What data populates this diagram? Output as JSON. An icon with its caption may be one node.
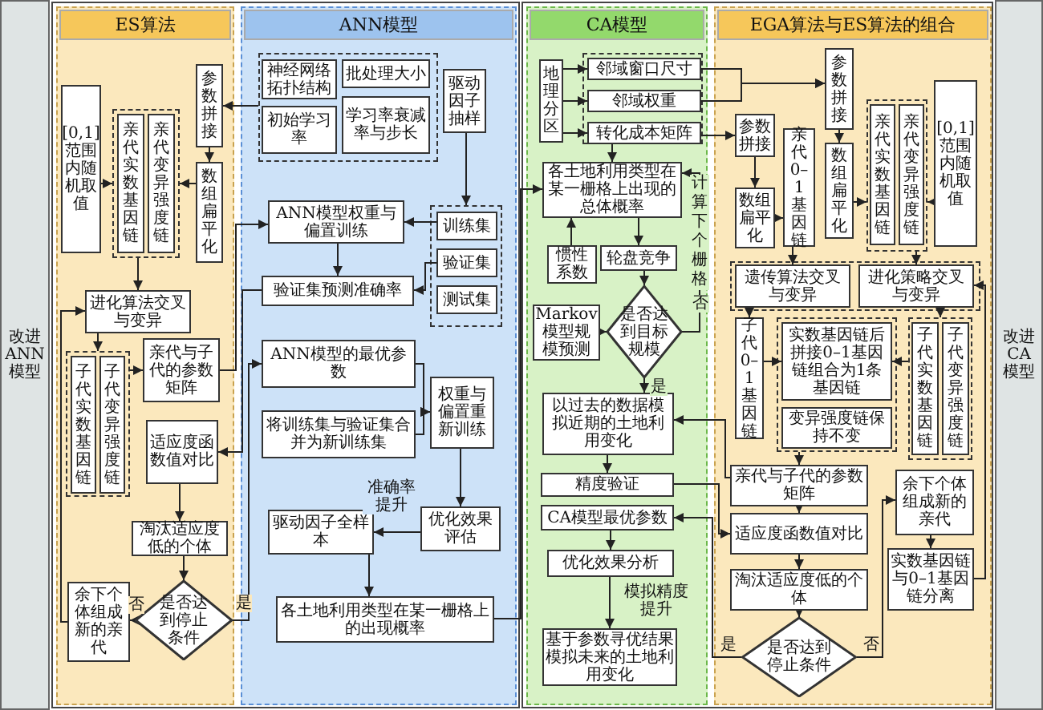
{
  "diagram": {
    "nodes": [
      {
        "text": [
          "改进ANN模型"
        ]
      },
      {
        "text": [
          "ES算法"
        ]
      },
      {
        "text": [
          "[0,1]范围内随机取值"
        ],
        "in": 1
      },
      {
        "text": [],
        "shape": "box",
        "in": 1
      },
      {
        "text": [
          "亲代实数基因链"
        ],
        "in": 3
      },
      {
        "text": [
          "亲代变异强度链"
        ],
        "in": 3
      },
      {
        "text": [
          "参数拼接"
        ],
        "in": 1
      },
      {
        "text": [
          "数组扁平化"
        ],
        "in": 1
      },
      {
        "text": [
          "进化算法交叉与变异"
        ],
        "in": 1
      },
      {
        "text": [],
        "shape": "box",
        "in": 1
      },
      {
        "text": [
          "子代实数基因链"
        ],
        "in": 9
      },
      {
        "text": [
          "子代变异强度链"
        ],
        "in": 9
      },
      {
        "text": [
          "亲代与子代的参数矩阵"
        ],
        "in": 1
      },
      {
        "text": [
          "适应度函数值对比"
        ],
        "in": 1
      },
      {
        "text": [
          "淘汰适应度低的个体"
        ],
        "in": 1
      },
      {
        "text": [
          "余下个体组成新的亲代"
        ],
        "in": 1
      },
      {
        "text": [
          "是否达到停止条件"
        ],
        "in": 1
      },
      {
        "text": [
          "ANN模型"
        ]
      },
      {
        "text": [],
        "shape": "box",
        "in": 17
      },
      {
        "text": [
          "神经网络拓扑结构"
        ],
        "in": 18
      },
      {
        "text": [
          "批处理大小"
        ],
        "in": 18
      },
      {
        "text": [
          "初始学习率"
        ],
        "in": 18
      },
      {
        "text": [
          "学习率衰减率与步长"
        ],
        "in": 18
      },
      {
        "text": [
          "驱动因子抽样"
        ],
        "in": 17
      },
      {
        "text": [
          "ANN模型权重与偏置训练"
        ],
        "in": 17
      },
      {
        "text": [],
        "shape": "box",
        "in": 17
      },
      {
        "text": [
          "训练集"
        ],
        "in": 25
      },
      {
        "text": [
          "验证集"
        ],
        "in": 25
      },
      {
        "text": [
          "测试集"
        ],
        "in": 25
      },
      {
        "text": [
          "验证集预测准确率"
        ],
        "in": 17
      },
      {
        "text": [
          "ANN模型的最优参数"
        ],
        "in": 17
      },
      {
        "text": [
          "将训练集与验证集合并为新训练集"
        ],
        "in": 17
      },
      {
        "text": [
          "权重与偏置重新训练"
        ],
        "in": 17
      },
      {
        "text": [
          "驱动因子全样本"
        ],
        "in": 17
      },
      {
        "text": [
          "优化效果评估"
        ],
        "in": 17
      },
      {
        "text": [
          "各土地利用类型在某一栅格上的出现概率"
        ],
        "in": 17
      },
      {
        "text": [
          "CA模型"
        ]
      },
      {
        "text": [
          "地理分区"
        ],
        "in": 36
      },
      {
        "text": [],
        "shape": "box",
        "in": 36
      },
      {
        "text": [
          "邻域窗口尺寸"
        ],
        "in": 38
      },
      {
        "text": [
          "邻域权重"
        ],
        "in": 38
      },
      {
        "text": [
          "转化成本矩阵"
        ],
        "in": 38
      },
      {
        "text": [
          "各土地利用类型在某一栅格上出现的总体概率"
        ],
        "in": 36
      },
      {
        "text": [
          "惯性系数"
        ],
        "in": 36
      },
      {
        "text": [
          "轮盘竞争"
        ],
        "in": 36
      },
      {
        "text": [
          "Markov模型规模预测"
        ],
        "in": 36
      },
      {
        "text": [
          "是否达到目标规模"
        ],
        "in": 36
      },
      {
        "text": [
          "以过去的数据模拟近期的土地利用变化"
        ],
        "in": 36
      },
      {
        "text": [
          "精度验证"
        ],
        "in": 36
      },
      {
        "text": [
          "CA模型最优参数"
        ],
        "in": 36
      },
      {
        "text": [
          "优化效果分析"
        ],
        "in": 36
      },
      {
        "text": [
          "基于参数寻优结果模拟未来的土地利用变化"
        ],
        "in": 36
      },
      {
        "text": [
          "EGA算法与ES算法的组合"
        ]
      },
      {
        "text": [
          "参数拼接"
        ],
        "in": 52
      },
      {
        "text": [
          "数组扁平化"
        ],
        "in": 52
      },
      {
        "text": [
          "亲代0–1基因链"
        ],
        "in": 52
      },
      {
        "text": [
          "参数拼接"
        ],
        "in": 52
      },
      {
        "text": [
          "数组扁平化"
        ],
        "in": 52
      },
      {
        "text": [],
        "shape": "box",
        "in": 52
      },
      {
        "text": [
          "亲代实数基因链"
        ],
        "in": 58
      },
      {
        "text": [
          "亲代变异强度链"
        ],
        "in": 58
      },
      {
        "text": [
          "[0,1]范围内随机取值"
        ],
        "in": 52
      },
      {
        "text": [],
        "shape": "box",
        "in": 52
      },
      {
        "text": [
          "遗传算法交叉与变异"
        ],
        "in": 62
      },
      {
        "text": [
          "进化策略交叉与变异"
        ],
        "in": 62
      },
      {
        "text": [
          "子代0–1基因链"
        ],
        "in": 52
      },
      {
        "text": [],
        "shape": "box",
        "in": 52
      },
      {
        "text": [
          "实数基因链后拼接0–1基因链组合为1条基因链"
        ],
        "in": 66
      },
      {
        "text": [
          "变异强度链保持不变"
        ],
        "in": 66
      },
      {
        "text": [],
        "shape": "box",
        "in": 52
      },
      {
        "text": [
          "子代实数基因链"
        ],
        "in": 69
      },
      {
        "text": [
          "子代变异强度链"
        ],
        "in": 69
      },
      {
        "text": [
          "亲代与子代的参数矩阵"
        ],
        "in": 52
      },
      {
        "text": [
          "适应度函数值对比"
        ],
        "in": 52
      },
      {
        "text": [
          "淘汰适应度低的个体"
        ],
        "in": 52
      },
      {
        "text": [
          "是否达到停止条件"
        ],
        "in": 52
      },
      {
        "text": [
          "余下个体组成新的亲代"
        ],
        "in": 52
      },
      {
        "text": [
          "实数基因链与0–1基因链分离"
        ],
        "in": 52
      },
      {
        "text": [
          "改进CA模型"
        ]
      }
    ],
    "edges": [
      {
        "from": 2,
        "to": 3,
        "arrow": "to"
      },
      {
        "from": 6,
        "to": 7,
        "arrow": "to"
      },
      {
        "from": 7,
        "to": 3,
        "arrow": "to"
      },
      {
        "from": 3,
        "to": 8,
        "arrow": "to"
      },
      {
        "from": 8,
        "to": 9,
        "arrow": "to"
      },
      {
        "from": 9,
        "to": 12,
        "arrow": "to"
      },
      {
        "from": 12,
        "to": 24,
        "arrow": "to"
      },
      {
        "from": 18,
        "to": 6,
        "arrow": "to"
      },
      {
        "from": 13,
        "to": 14,
        "arrow": "to"
      },
      {
        "from": 14,
        "to": 16,
        "arrow": "to"
      },
      {
        "from": 16,
        "to": 15,
        "arrow": "to",
        "label": "否"
      },
      {
        "from": 15,
        "to": 8,
        "arrow": "to"
      },
      {
        "from": 16,
        "to": 30,
        "arrow": "to",
        "label": "是"
      },
      {
        "from": 23,
        "to": 25,
        "arrow": "to"
      },
      {
        "from": 26,
        "to": 24,
        "arrow": "to"
      },
      {
        "from": 24,
        "to": 29,
        "arrow": "to"
      },
      {
        "from": 27,
        "to": 29,
        "arrow": "to"
      },
      {
        "from": 29,
        "to": 13,
        "arrow": "to"
      },
      {
        "from": 30,
        "to": 32,
        "arrow": "to"
      },
      {
        "from": 31,
        "to": 32,
        "arrow": "to"
      },
      {
        "from": 32,
        "to": 34,
        "arrow": "to"
      },
      {
        "from": 34,
        "to": 33,
        "arrow": "to",
        "label": "准确率提升"
      },
      {
        "from": 33,
        "to": 35,
        "arrow": "to"
      },
      {
        "from": 35,
        "to": 42,
        "arrow": "to"
      },
      {
        "from": 37,
        "to": 39,
        "arrow": "to"
      },
      {
        "from": 37,
        "to": 40,
        "arrow": "to"
      },
      {
        "from": 37,
        "to": 41,
        "arrow": "to"
      },
      {
        "from": 38,
        "to": 42,
        "arrow": "to"
      },
      {
        "from": 43,
        "to": 42,
        "arrow": "to"
      },
      {
        "from": 42,
        "to": 44,
        "arrow": "to"
      },
      {
        "from": 44,
        "to": 46,
        "arrow": "to"
      },
      {
        "from": 46,
        "to": 42,
        "arrow": "to",
        "label": "否"
      },
      {
        "from": 45,
        "to": 46,
        "arrow": "to"
      },
      {
        "from": 46,
        "to": 47,
        "arrow": "to",
        "label": "是"
      },
      {
        "from": 41,
        "to": 53,
        "arrow": "to"
      },
      {
        "from": 39,
        "to": 56,
        "arrow": "to"
      },
      {
        "from": 40,
        "to": 56,
        "arrow": "to"
      },
      {
        "from": 47,
        "to": 48,
        "arrow": "to"
      },
      {
        "from": 48,
        "to": 73,
        "arrow": "to"
      },
      {
        "from": 72,
        "to": 47,
        "arrow": "to"
      },
      {
        "from": 75,
        "to": 49,
        "arrow": "to",
        "label": "是"
      },
      {
        "from": 49,
        "to": 50,
        "arrow": "to"
      },
      {
        "from": 50,
        "to": 51,
        "arrow": "to",
        "label": "模拟精度提升"
      },
      {
        "from": 53,
        "to": 54,
        "arrow": "to"
      },
      {
        "from": 54,
        "to": 55,
        "arrow": "to"
      },
      {
        "from": 56,
        "to": 57,
        "arrow": "to"
      },
      {
        "from": 57,
        "to": 58,
        "arrow": "to"
      },
      {
        "from": 61,
        "to": 58,
        "arrow": "to"
      },
      {
        "from": 55,
        "to": 63,
        "arrow": "to"
      },
      {
        "from": 58,
        "to": 64,
        "arrow": "to"
      },
      {
        "from": 63,
        "to": 65,
        "arrow": "to"
      },
      {
        "from": 65,
        "to": 67,
        "arrow": "to"
      },
      {
        "from": 64,
        "to": 69,
        "arrow": "to"
      },
      {
        "from": 69,
        "to": 67,
        "arrow": "to"
      },
      {
        "from": 66,
        "to": 72,
        "arrow": "to"
      },
      {
        "from": 72,
        "to": 73,
        "arrow": "to"
      },
      {
        "from": 73,
        "to": 74,
        "arrow": "to"
      },
      {
        "from": 74,
        "to": 75,
        "arrow": "to"
      },
      {
        "from": 75,
        "to": 76,
        "arrow": "to",
        "label": "否"
      },
      {
        "from": 76,
        "to": 77,
        "arrow": "to"
      },
      {
        "from": 77,
        "to": 64,
        "arrow": "to"
      }
    ],
    "labels": [
      "计算下个栅格"
    ]
  }
}
